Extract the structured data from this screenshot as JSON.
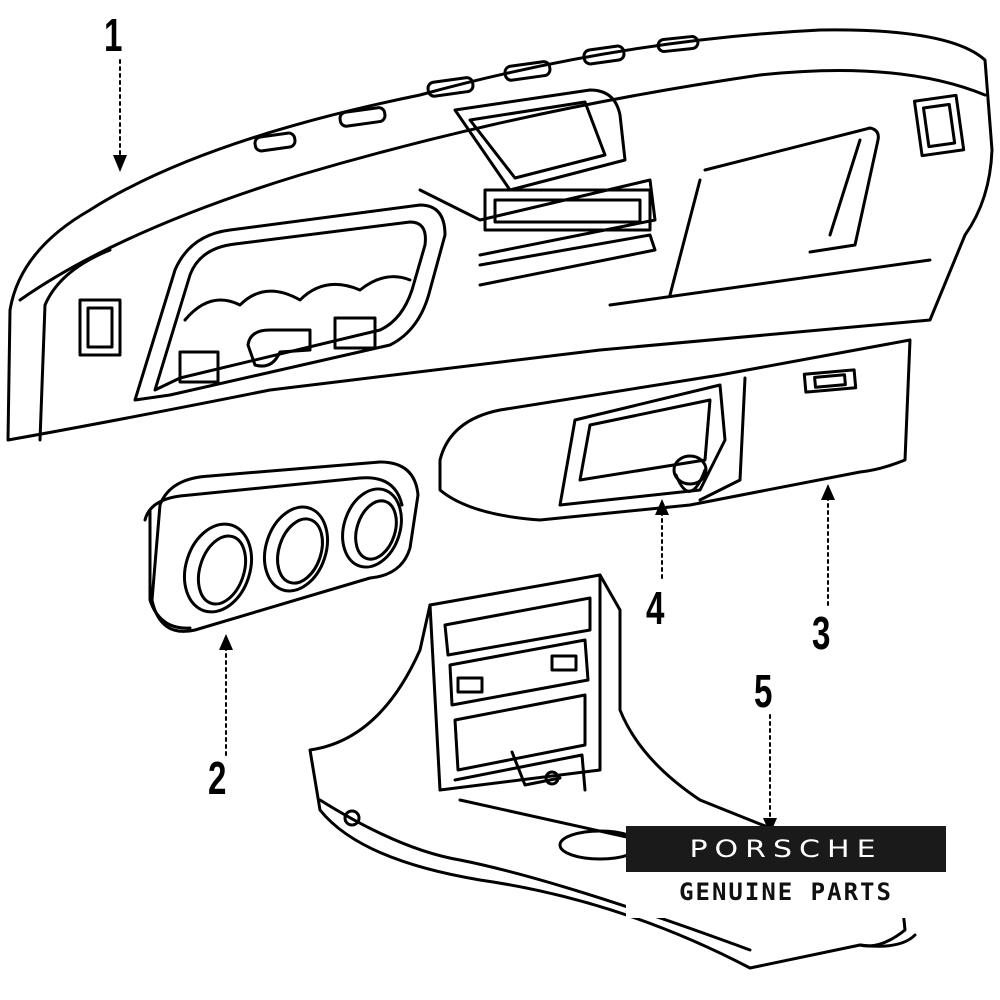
{
  "callouts": [
    {
      "id": "1",
      "label": "1"
    },
    {
      "id": "2",
      "label": "2"
    },
    {
      "id": "3",
      "label": "3"
    },
    {
      "id": "4",
      "label": "4"
    },
    {
      "id": "5",
      "label": "5"
    }
  ],
  "logo": {
    "wordmark": "PORSCHE",
    "tagline": "GENUINE PARTS"
  },
  "colors": {
    "ink": "#000000",
    "logo_bar": "#1a1a1a",
    "background": "#ffffff"
  }
}
